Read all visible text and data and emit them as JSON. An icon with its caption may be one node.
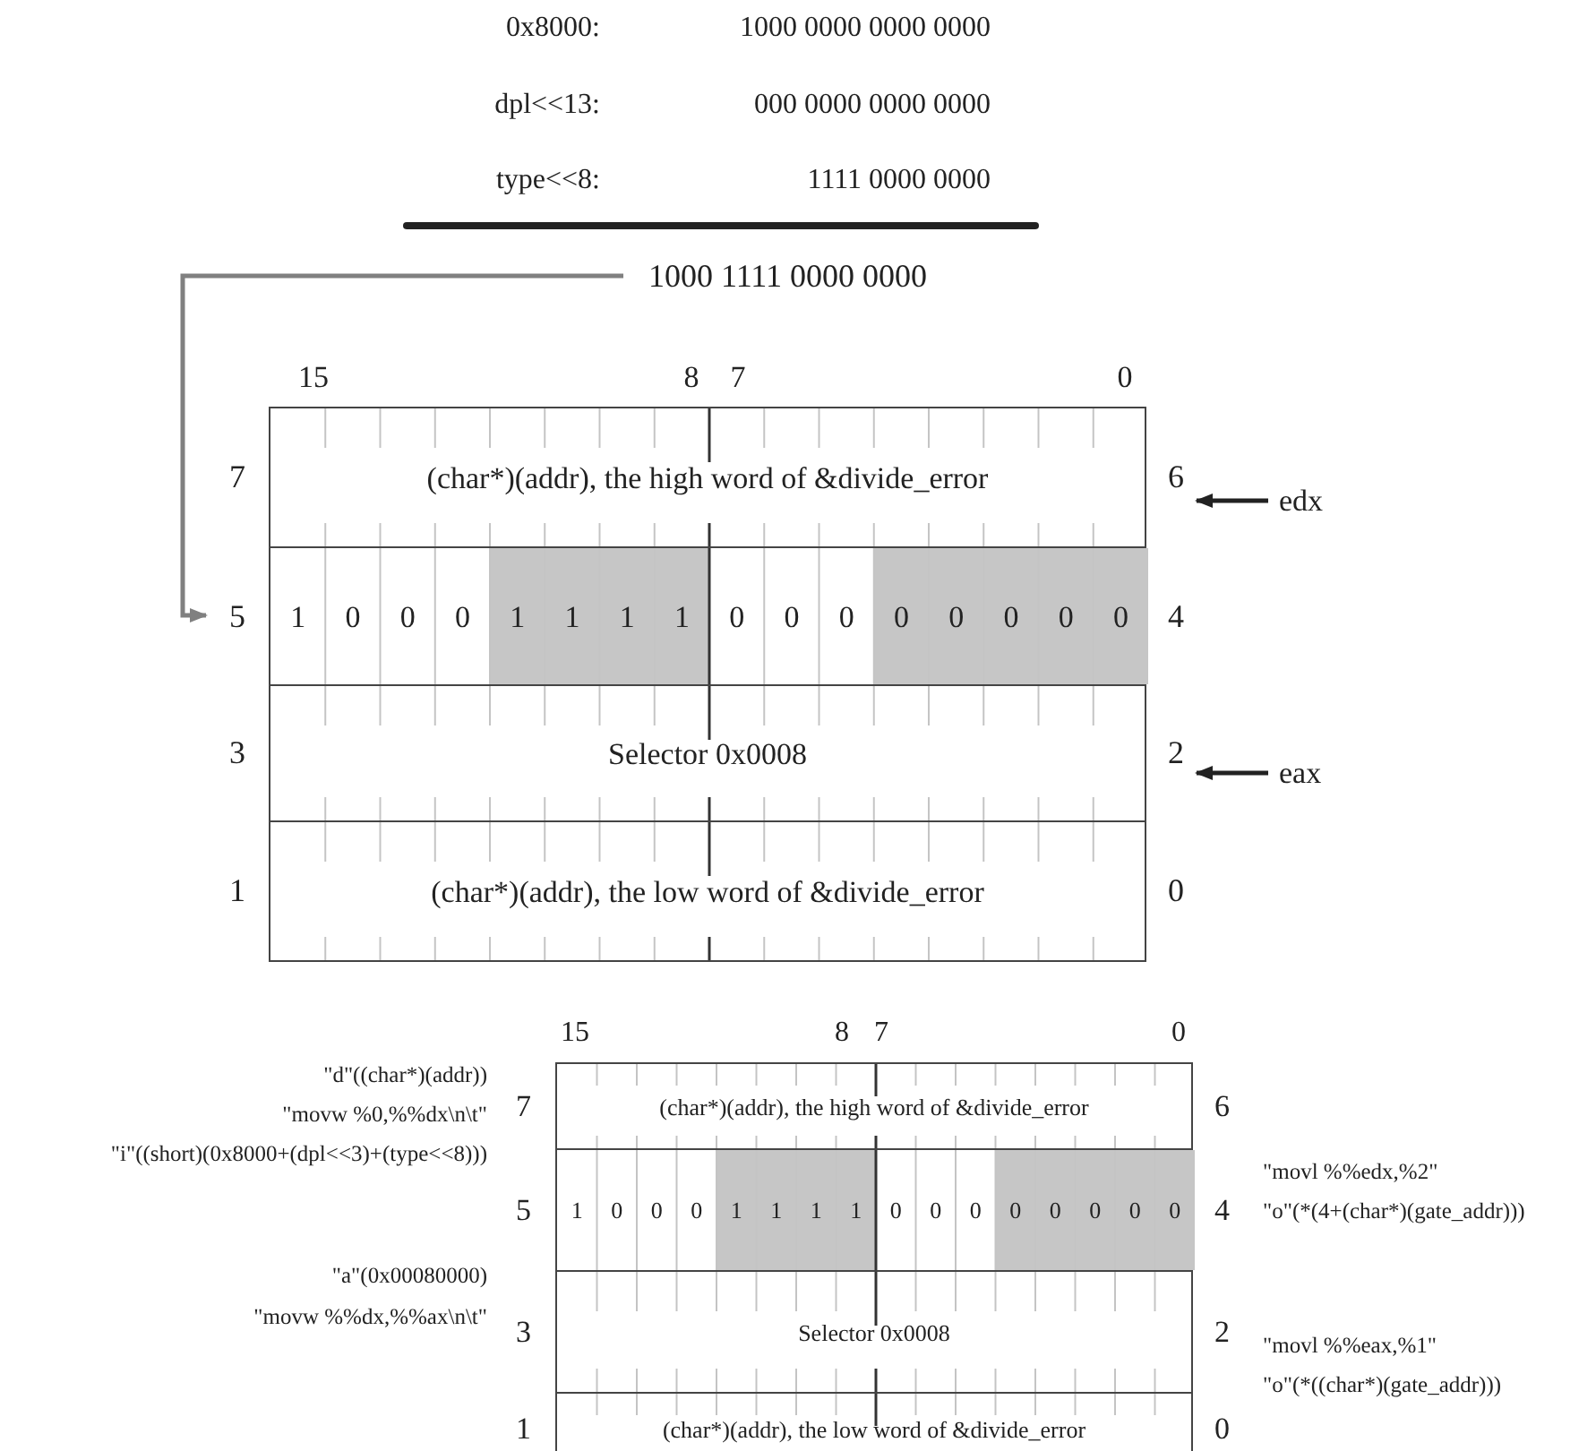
{
  "diagram": {
    "nodes": [
      {
        "text": [
          "1000 1111 0000 0000"
        ]
      },
      {
        "text": [
          "(char*)(addr), the high word of &divide_error"
        ],
        "beside": [
          "7",
          "6"
        ]
      },
      {
        "text": [
          "edx"
        ]
      },
      {
        "text": [
          "1",
          "0",
          "0",
          "0",
          "1",
          "1",
          "1",
          "1",
          "0",
          "0",
          "0",
          "0",
          "0",
          "0",
          "0",
          "0"
        ],
        "beside": [
          "5",
          "4"
        ]
      },
      {
        "text": [
          "Selector 0x0008"
        ],
        "beside": [
          "3",
          "2"
        ]
      },
      {
        "text": [
          "eax"
        ]
      },
      {
        "text": [
          "(char*)(addr), the low word of &divide_error"
        ],
        "beside": [
          "1",
          "0"
        ]
      },
      {
        "text": [
          "(char*)(addr), the high word of &divide_error"
        ],
        "beside": [
          "7",
          "6"
        ]
      },
      {
        "text": [
          "1",
          "0",
          "0",
          "0",
          "1",
          "1",
          "1",
          "1",
          "0",
          "0",
          "0",
          "0",
          "0",
          "0",
          "0",
          "0"
        ],
        "beside": [
          "5",
          "4"
        ]
      },
      {
        "text": [
          "Selector 0x0008"
        ],
        "beside": [
          "3",
          "2"
        ]
      },
      {
        "text": [
          "(char*)(addr), the low word of &divide_error"
        ],
        "beside": [
          "1",
          "0"
        ]
      }
    ],
    "edges": [
      {
        "from": 0,
        "to": 3,
        "arrow": "to",
        "color": "#808080"
      },
      {
        "from": 2,
        "to": 1,
        "arrow": "to"
      },
      {
        "from": 5,
        "to": 4,
        "arrow": "to"
      }
    ],
    "labels": [
      "0x8000:",
      "1000 0000 0000 0000",
      "dpl<<13:",
      "000 0000 0000 0000",
      "type<<8:",
      "1111 0000 0000",
      "15",
      "8",
      "7",
      "0",
      "15",
      "8",
      "7",
      "0",
      "\"d\"((char*)(addr))",
      "\"movw %0,%%dx\\n\\t\"",
      "\"i\"((short)(0x8000+(dpl<<3)+(type<<8)))",
      "\"movl %%edx,%2\"",
      "\"o\"(*(4+(char*)(gate_addr)))",
      "\"a\"(0x00080000)",
      "\"movw %%dx,%%ax\\n\\t\"",
      "\"movl %%eax,%1\"",
      "\"o\"(*((char*)(gate_addr)))"
    ]
  }
}
